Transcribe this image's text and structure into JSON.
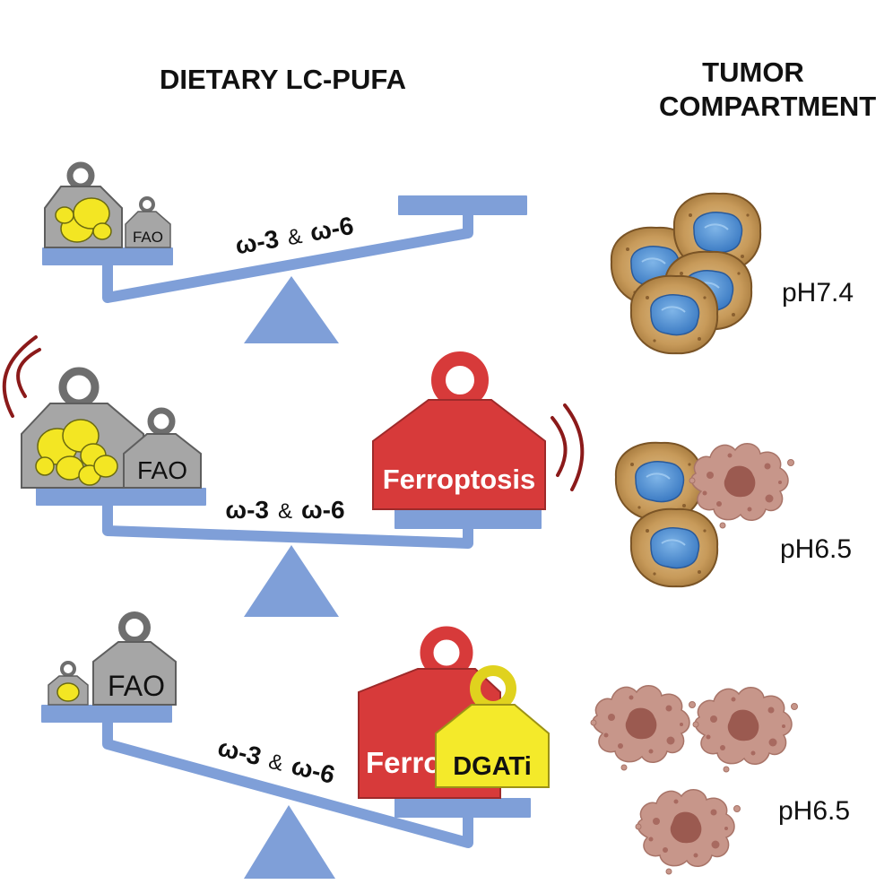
{
  "headers": {
    "left": "DIETARY LC-PUFA",
    "right_line1": "TUMOR",
    "right_line2": "COMPARTMENT"
  },
  "rows": [
    {
      "omega3": "ω-3",
      "amp": "&",
      "omega6": "ω-6",
      "left_weight": "FAO",
      "ph": "pH7.4"
    },
    {
      "omega3": "ω-3",
      "amp": "&",
      "omega6": "ω-6",
      "left_weight": "FAO",
      "right_weight": "Ferroptosis",
      "ph": "pH6.5"
    },
    {
      "omega3": "ω-3",
      "amp": "&",
      "omega6": "ω-6",
      "left_weight": "FAO",
      "right_weight_back": "Ferro",
      "right_weight_front": "DGATi",
      "ph": "pH6.5"
    }
  ],
  "colors": {
    "scale_blue": "#7f9fd8",
    "weight_gray": "#a6a6a6",
    "ferroptosis_red": "#d73a3a",
    "dgati_yellow": "#f4ea2a",
    "lipid_yellow": "#f3e623",
    "vibration_line": "#8b1a1a",
    "cell_tan": "#c8a064",
    "nucleus_blue": "#4e8ed0",
    "dead_cell_pink": "#c9958a"
  }
}
